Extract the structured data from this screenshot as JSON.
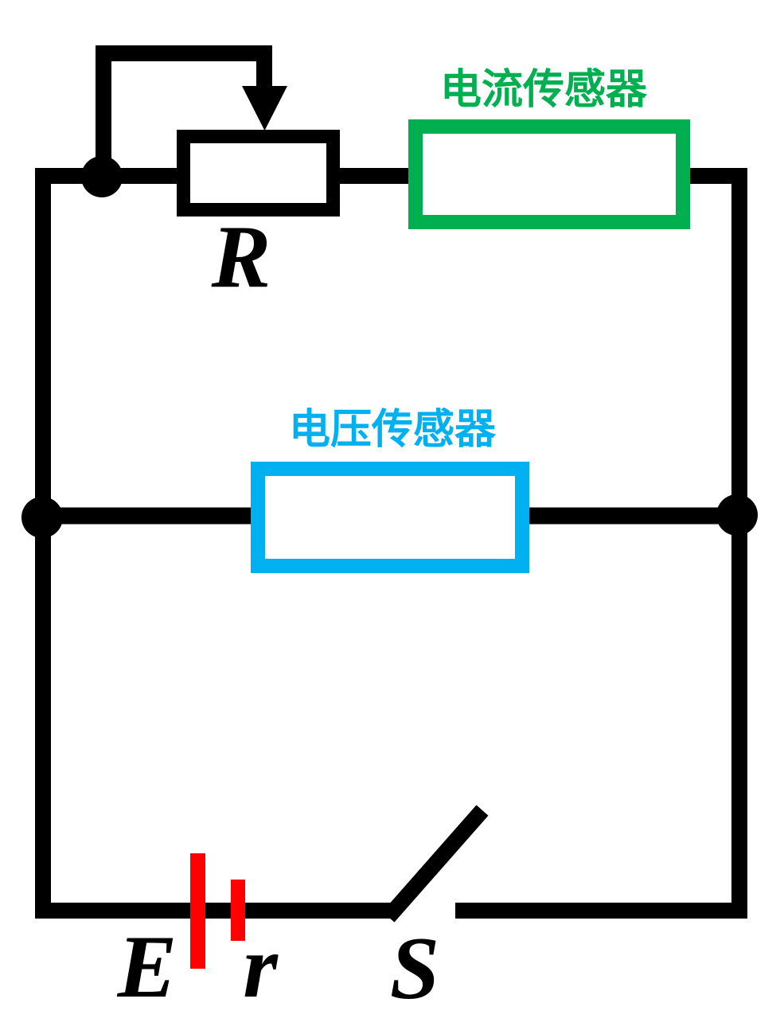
{
  "circuit": {
    "wire_color": "#000000",
    "rheostat": {
      "label": "R"
    },
    "current_sensor": {
      "label": "电流传感器",
      "color": "#00B050"
    },
    "voltage_sensor": {
      "label": "电压传感器",
      "color": "#00B0F0"
    },
    "battery": {
      "emf_label": "E",
      "internal_resistance_label": "r",
      "color": "#FF0000"
    },
    "switch": {
      "label": "S"
    }
  }
}
